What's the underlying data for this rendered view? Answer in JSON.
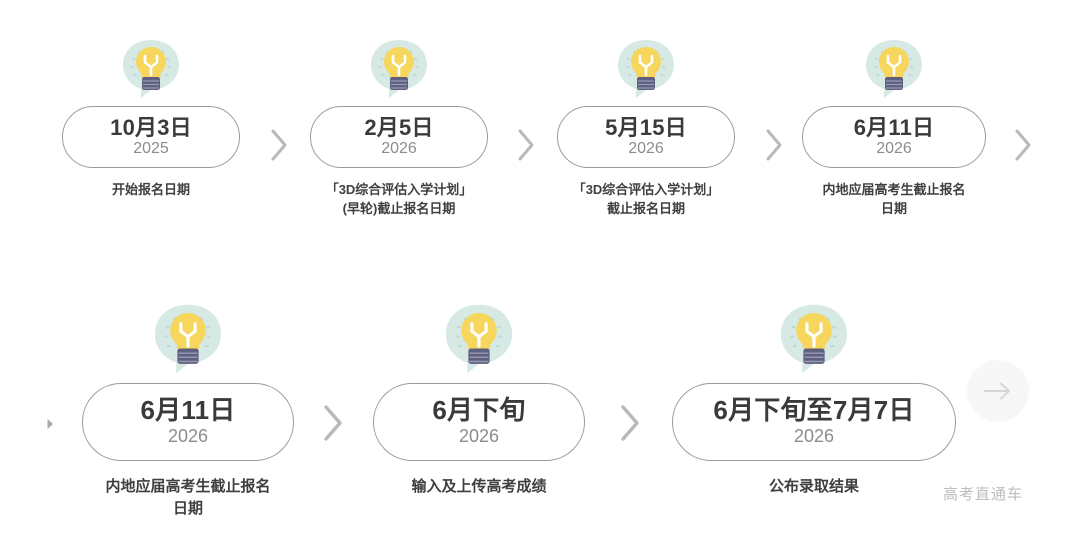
{
  "theme": {
    "background": "#ffffff",
    "pill_border": "#9b9b9b",
    "date_text": "#3a3a3a",
    "year_text": "#8c8c8c",
    "caption_text": "#3f3f3f",
    "chevron": "#b9b9b9",
    "bulb_glass": "#f6d65c",
    "bulb_base": "#5f6080",
    "bubble": "#d6e9e4",
    "next_button_bg": "#f7f7f7",
    "watermark_text": "#bdbdbd"
  },
  "timeline": {
    "rows": [
      {
        "id": "row-top",
        "steps": [
          {
            "icon": "lightbulb-bubble-icon",
            "date": "10月3日",
            "year": "2025",
            "caption": "开始报名日期"
          },
          {
            "icon": "lightbulb-bubble-icon",
            "date": "2月5日",
            "year": "2026",
            "caption": "「3D综合评估入学计划」\n(早轮)截止报名日期"
          },
          {
            "icon": "lightbulb-bubble-icon",
            "date": "5月15日",
            "year": "2026",
            "caption": "「3D综合评估入学计划」\n截止报名日期"
          },
          {
            "icon": "lightbulb-bubble-icon",
            "date": "6月11日",
            "year": "2026",
            "caption": "内地应届高考生截止报名\n日期"
          }
        ]
      },
      {
        "id": "row-bottom",
        "steps": [
          {
            "icon": "lightbulb-bubble-icon",
            "date": "6月11日",
            "year": "2026",
            "caption": "内地应届高考生截止报名\n日期"
          },
          {
            "icon": "lightbulb-bubble-icon",
            "date": "6月下旬",
            "year": "2026",
            "caption": "输入及上传高考成绩"
          },
          {
            "icon": "lightbulb-bubble-icon",
            "date": "6月下旬至7月7日",
            "year": "2026",
            "caption": "公布录取结果"
          }
        ]
      }
    ],
    "separator_icon": "chevron-right-icon"
  },
  "controls": {
    "next_button_icon": "arrow-right-icon",
    "scroll_left_marker_icon": "triangle-right-icon"
  },
  "watermark": {
    "text": "高考直通车"
  }
}
